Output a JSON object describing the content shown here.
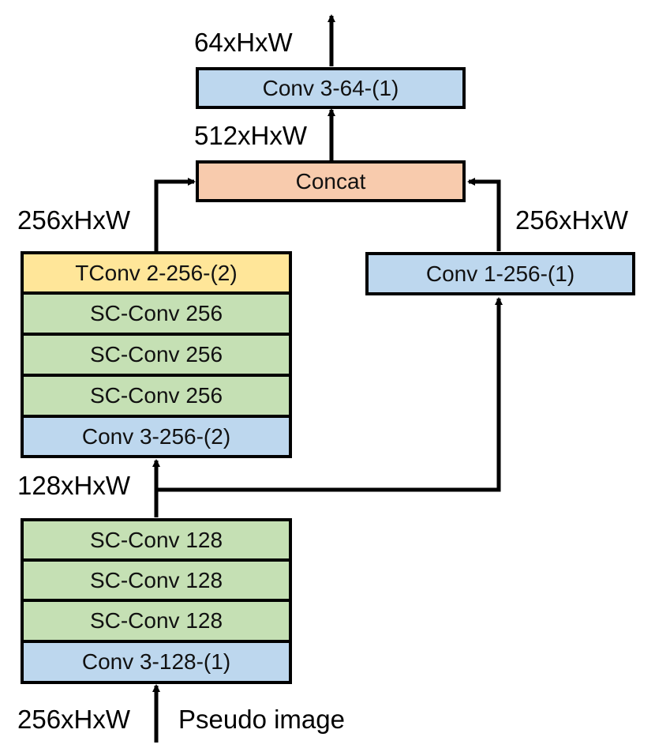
{
  "colors": {
    "conv": "#bdd7ee",
    "concat": "#f8cbad",
    "tconv": "#ffe699",
    "scconv": "#c5e0b4",
    "line": "#000000"
  },
  "nodes": {
    "conv_out": "Conv 3-64-(1)",
    "concat": "Concat",
    "conv_side": "Conv 1-256-(1)",
    "upper_block": [
      "TConv 2-256-(2)",
      "SC-Conv 256",
      "SC-Conv 256",
      "SC-Conv 256",
      "Conv 3-256-(2)"
    ],
    "lower_block": [
      "SC-Conv 128",
      "SC-Conv 128",
      "SC-Conv 128",
      "Conv 3-128-(1)"
    ]
  },
  "labels": {
    "output_shape": "64xHxW",
    "concat_shape": "512xHxW",
    "upper_left_shape": "256xHxW",
    "upper_right_shape": "256xHxW",
    "mid_shape": "128xHxW",
    "input_shape": "256xHxW",
    "input_name": "Pseudo image"
  }
}
